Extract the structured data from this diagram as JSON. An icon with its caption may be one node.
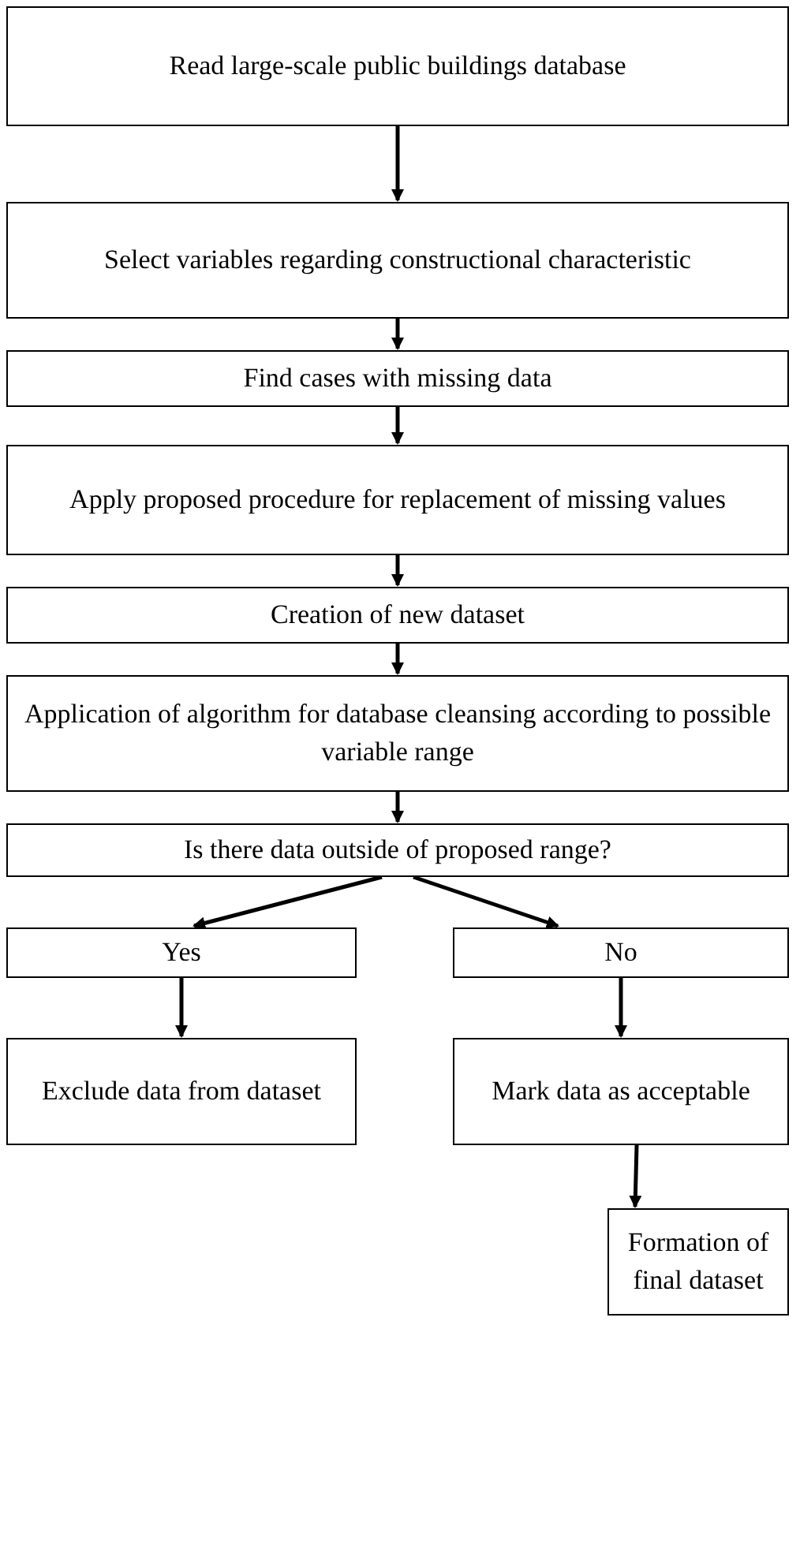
{
  "diagram": {
    "nodes": [
      {
        "text": [
          "Read large-scale public buildings database"
        ]
      },
      {
        "text": [
          "Select variables regarding constructional characteristic"
        ]
      },
      {
        "text": [
          "Find cases with missing data"
        ]
      },
      {
        "text": [
          "Apply proposed procedure for replacement of missing values"
        ]
      },
      {
        "text": [
          "Creation of new dataset"
        ]
      },
      {
        "text": [
          "Application of algorithm for database cleansing according to possible variable range"
        ]
      },
      {
        "text": [
          "Is there data outside of proposed range?"
        ]
      },
      {
        "text": [
          "Yes"
        ]
      },
      {
        "text": [
          "No"
        ]
      },
      {
        "text": [
          "Exclude data from dataset"
        ]
      },
      {
        "text": [
          "Mark data as acceptable"
        ]
      },
      {
        "text": [
          "Formation of final dataset"
        ]
      }
    ],
    "edges": [
      {
        "from": 0,
        "to": 1,
        "arrow": "to"
      },
      {
        "from": 1,
        "to": 2,
        "arrow": "to"
      },
      {
        "from": 2,
        "to": 3,
        "arrow": "to"
      },
      {
        "from": 3,
        "to": 4,
        "arrow": "to"
      },
      {
        "from": 4,
        "to": 5,
        "arrow": "to"
      },
      {
        "from": 5,
        "to": 6,
        "arrow": "to"
      },
      {
        "from": 6,
        "to": 7,
        "arrow": "to"
      },
      {
        "from": 6,
        "to": 8,
        "arrow": "to"
      },
      {
        "from": 7,
        "to": 9,
        "arrow": "to"
      },
      {
        "from": 8,
        "to": 10,
        "arrow": "to"
      },
      {
        "from": 10,
        "to": 11,
        "arrow": "to"
      }
    ]
  }
}
